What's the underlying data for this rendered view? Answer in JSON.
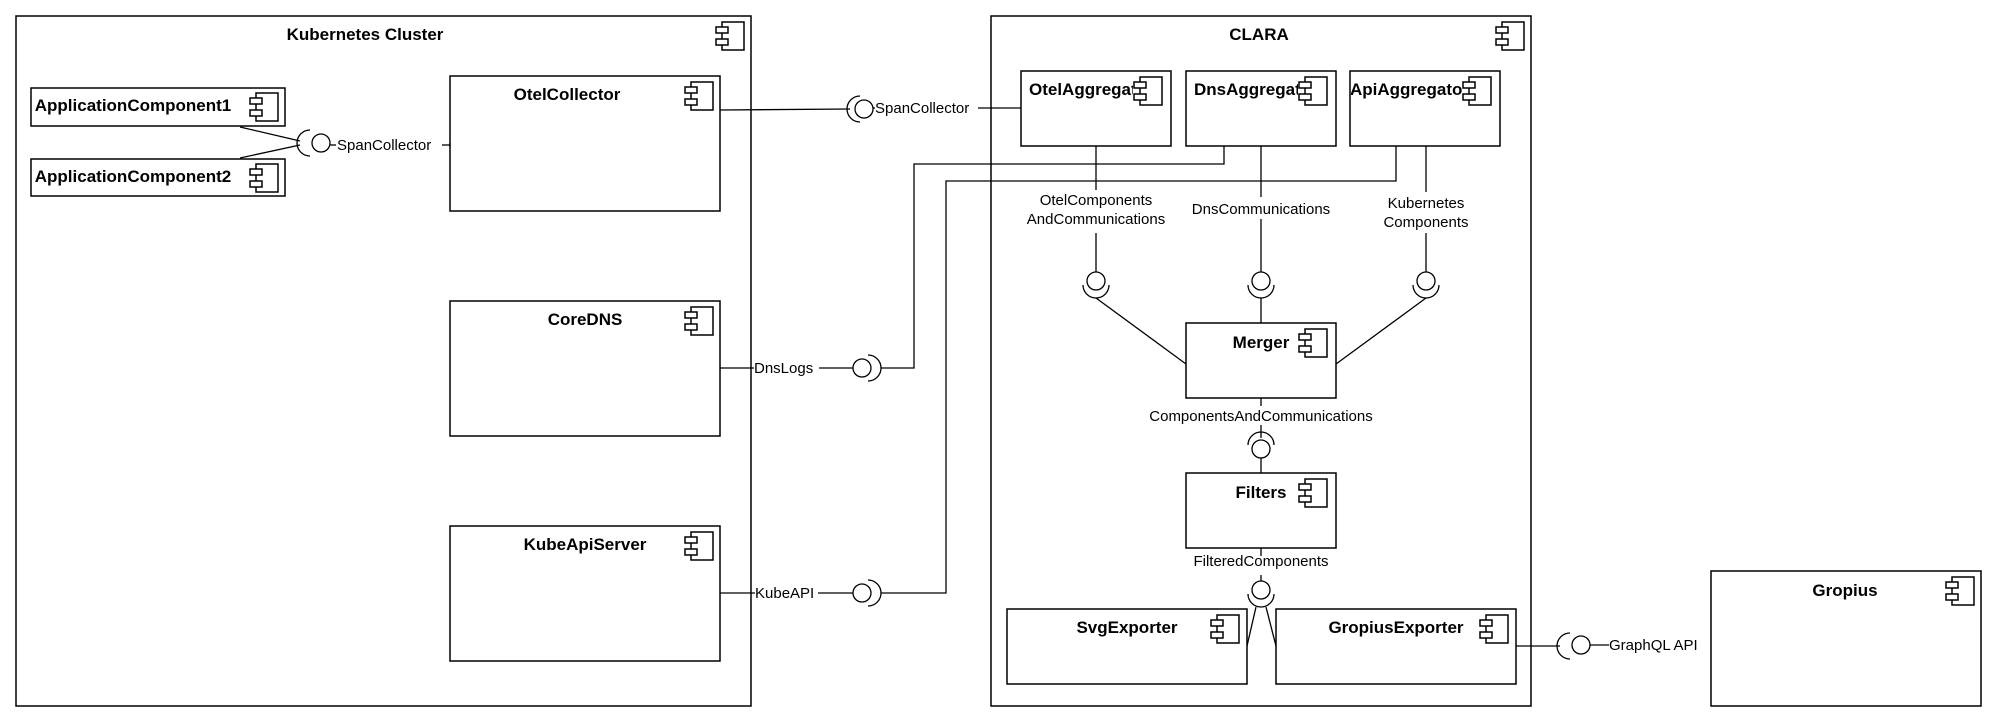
{
  "diagram": {
    "containers": {
      "k8s": "Kubernetes Cluster",
      "clara": "CLARA",
      "gropius": "Gropius"
    },
    "components": {
      "app1": "ApplicationComponent1",
      "app2": "ApplicationComponent2",
      "otel_collector": "OtelCollector",
      "coredns": "CoreDNS",
      "kube_api_server": "KubeApiServer",
      "otel_aggregator": "OtelAggregator",
      "dns_aggregator": "DnsAggregator",
      "api_aggregator": "ApiAggregator",
      "merger": "Merger",
      "filters": "Filters",
      "svg_exporter": "SvgExporter",
      "gropius_exporter": "GropiusExporter"
    },
    "interfaces": {
      "span_collector_internal": "SpanCollector",
      "span_collector": "SpanCollector",
      "dns_logs": "DnsLogs",
      "kube_api": "KubeAPI",
      "otel_comm_line1": "OtelComponents",
      "otel_comm_line2": "AndCommunications",
      "dns_comm": "DnsCommunications",
      "k8s_comp_line1": "Kubernetes",
      "k8s_comp_line2": "Components",
      "components_and_comm": "ComponentsAndCommunications",
      "filtered_components": "FilteredComponents",
      "graphql_api": "GraphQL API"
    }
  }
}
